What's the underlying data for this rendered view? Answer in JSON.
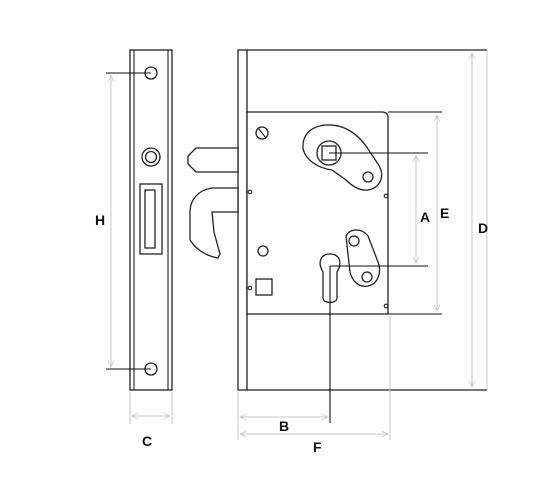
{
  "diagram": {
    "labels": {
      "A": "A",
      "B": "B",
      "C": "C",
      "D": "D",
      "E": "E",
      "F": "F",
      "H": "H"
    },
    "colors": {
      "outline": "#222222",
      "dimension_line": "#c8c8c8",
      "leader_line": "#111111",
      "background": "#ffffff"
    }
  }
}
